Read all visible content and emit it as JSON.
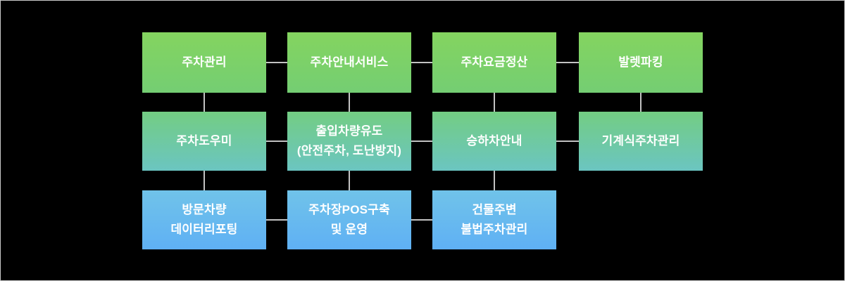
{
  "diagram": {
    "rows": [
      {
        "boxes": [
          {
            "lines": [
              "주차관리"
            ]
          },
          {
            "lines": [
              "주차안내서비스"
            ]
          },
          {
            "lines": [
              "주차요금정산"
            ]
          },
          {
            "lines": [
              "발렛파킹"
            ]
          }
        ]
      },
      {
        "boxes": [
          {
            "lines": [
              "주차도우미"
            ]
          },
          {
            "lines": [
              "출입차량유도",
              "(안전주차, 도난방지)"
            ]
          },
          {
            "lines": [
              "승하차안내"
            ]
          },
          {
            "lines": [
              "기계식주차관리"
            ]
          }
        ]
      },
      {
        "boxes": [
          {
            "lines": [
              "방문차량",
              "데이터리포팅"
            ]
          },
          {
            "lines": [
              "주차장POS구축",
              "및 운영"
            ]
          },
          {
            "lines": [
              "건물주변",
              "불법주차관리"
            ]
          }
        ]
      }
    ]
  },
  "colors": {
    "background": "#000000",
    "frame_border": "#c9c9c9",
    "connector": "#c2c2c2",
    "text": "#ffffff",
    "row1_top": "#84d45f",
    "row1_bottom": "#74ce73",
    "row2_top": "#73cd83",
    "row2_bottom": "#6bc5c1",
    "row3_top": "#70c3e9",
    "row3_bottom": "#5fb0f4"
  }
}
